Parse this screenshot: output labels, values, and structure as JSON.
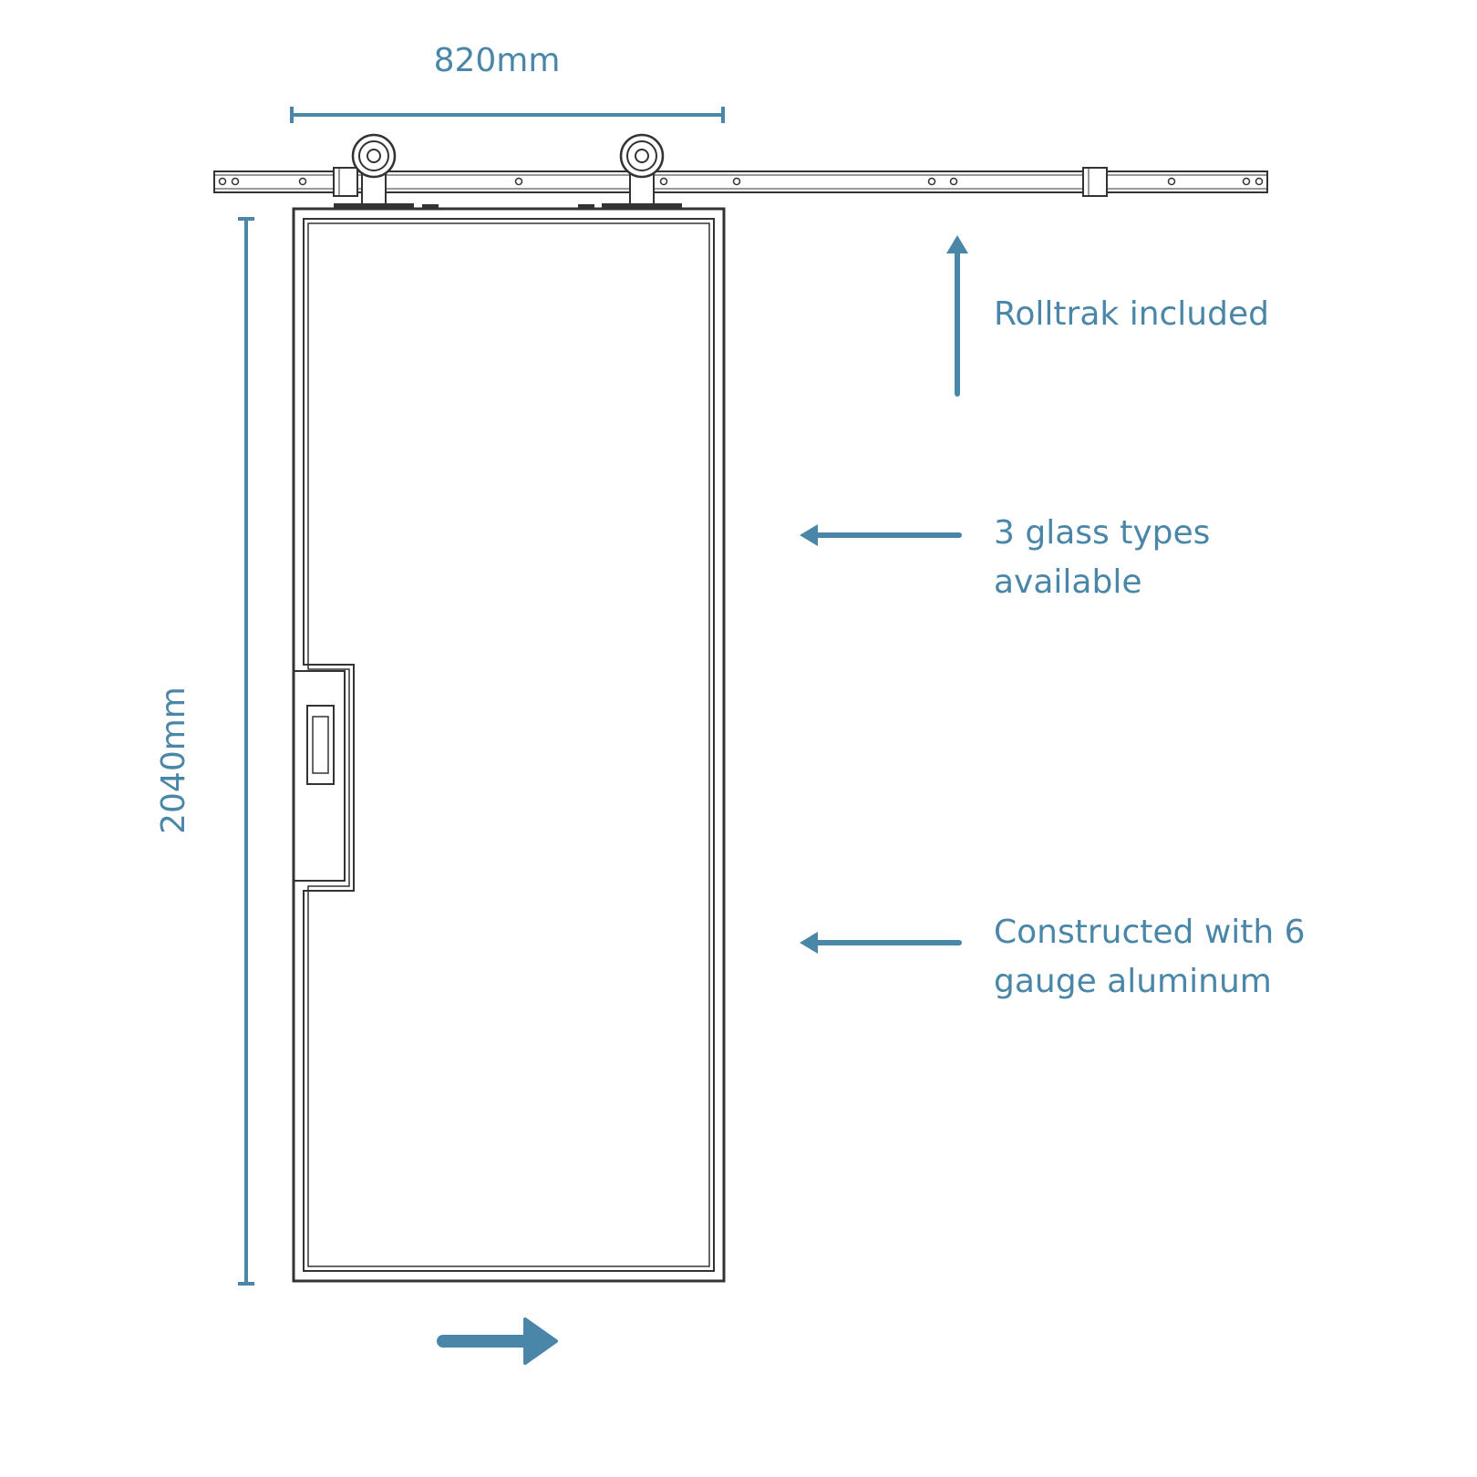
{
  "dimensions": {
    "width_label": "820mm",
    "height_label": "2040mm"
  },
  "callouts": {
    "rolltrak": [
      "Rolltrak included"
    ],
    "glass": [
      "3 glass types",
      "available"
    ],
    "construction": [
      "Constructed with 6",
      "gauge aluminum"
    ]
  },
  "colors": {
    "accent": "#4a86a8",
    "line": "#333333"
  },
  "icons": {
    "slide_direction": "arrow-right-icon",
    "callout_up": "arrow-up-icon",
    "callout_left": "arrow-left-icon"
  }
}
